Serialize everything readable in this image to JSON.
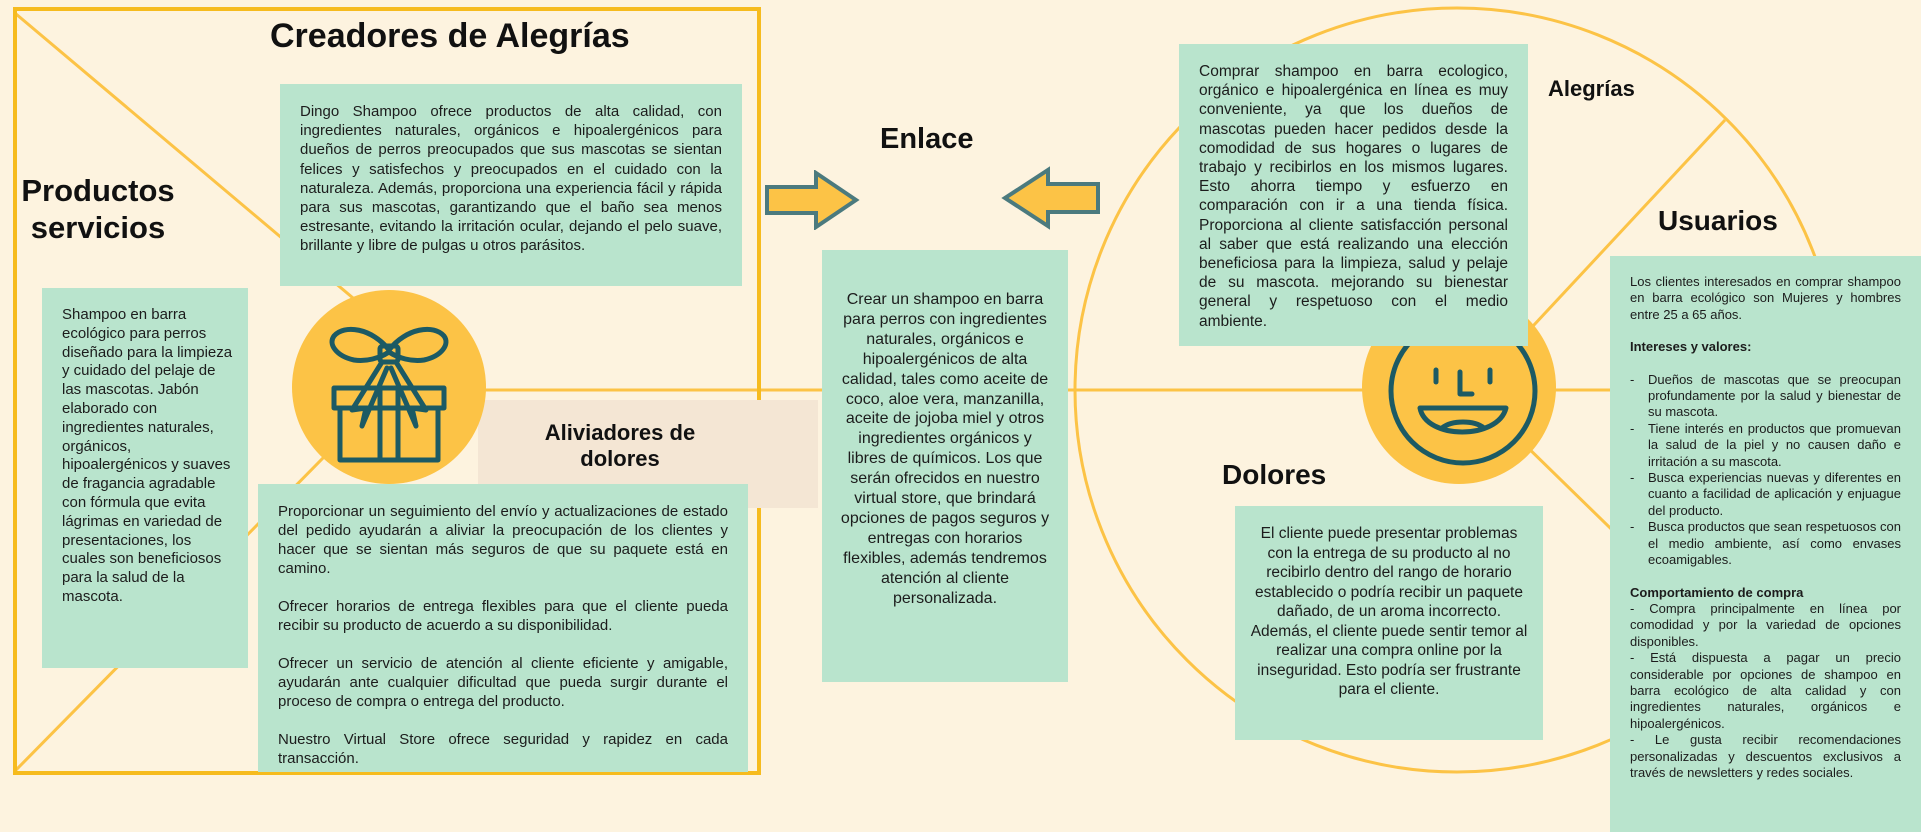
{
  "colors": {
    "background": "#fdf3df",
    "accent_yellow": "#fcc346",
    "frame_yellow": "#f6bb1e",
    "box_green": "#b9e4cd",
    "icon_stroke": "#1c5a64",
    "arrow_stroke": "#4b7a7e",
    "pale_panel": "#f4e6d4"
  },
  "left": {
    "title": "Creadores de Alegrías",
    "productos_title_line1": "Productos",
    "productos_title_line2": "servicios",
    "creadores_text": "Dingo Shampoo ofrece productos de alta calidad, con ingredientes naturales, orgánicos e hipoalergénicos para dueños de perros preocupados que sus mascotas se sientan felices y satisfechos y preocupados en el cuidado con la naturaleza. Además, proporciona una experiencia fácil y rápida para sus mascotas, garantizando que el baño sea menos estresante, evitando la irritación ocular, dejando el pelo suave, brillante y libre de pulgas u otros parásitos.",
    "productos_text": "Shampoo en barra ecológico para perros diseñado para la limpieza y cuidado del pelaje de las mascotas. Jabón elaborado con ingredientes naturales, orgánicos, hipoalergénicos y suaves de fragancia agradable con fórmula que evita lágrimas en variedad de presentaciones, los cuales son beneficiosos para la salud de la mascota.",
    "aliviadores_title_line1": "Aliviadores de",
    "aliviadores_title_line2": "dolores",
    "aliviadores_p1": "Proporcionar un seguimiento del envío y actualizaciones de estado del pedido ayudarán a aliviar la preocupación de los clientes y hacer que se sientan más seguros de que su paquete está en camino.",
    "aliviadores_p2": "Ofrecer horarios de entrega flexibles para que el cliente pueda recibir su producto de acuerdo a su disponibilidad.",
    "aliviadores_p3": "Ofrecer un servicio de atención al cliente eficiente y amigable, ayudarán ante cualquier dificultad que pueda surgir durante el proceso de compra o entrega del producto.",
    "aliviadores_p4": "Nuestro Virtual Store ofrece seguridad y rapidez en cada transacción.",
    "gift_icon": "gift-icon"
  },
  "center": {
    "title": "Enlace",
    "text": "Crear un shampoo en barra para perros con ingredientes naturales, orgánicos e hipoalergénicos de alta calidad, tales como aceite de coco, aloe vera, manzanilla, aceite de jojoba miel y otros ingredientes orgánicos y libres de químicos. Los que serán ofrecidos en nuestro virtual store, que brindará opciones de pagos seguros y entregas con horarios flexibles, además tendremos atención al cliente personalizada."
  },
  "right": {
    "alegrias_title": "Alegrías",
    "alegrias_text": "Comprar shampoo en barra ecologico, orgánico e hipoalergénica en línea es muy conveniente, ya que los dueños de mascotas pueden hacer pedidos desde la comodidad de sus hogares o lugares de trabajo y recibirlos en los mismos lugares. Esto ahorra tiempo y esfuerzo en comparación con ir a una tienda física. Proporciona al cliente satisfacción personal al saber que está realizando una elección beneficiosa para la limpieza, salud y pelaje de su mascota. mejorando su bienestar general y respetuoso con el medio ambiente.",
    "usuarios_title": "Usuarios",
    "usuarios_intro": "Los clientes interesados en comprar shampoo en barra ecológico son Mujeres y hombres entre 25 a 65 años.",
    "intereses_heading": "Intereses y valores:",
    "intereses": [
      "Dueños de mascotas que se preocupan profundamente por la salud y bienestar de su mascota.",
      "Tiene interés en productos que promuevan la salud de la piel y no causen daño e irritación a su mascota.",
      "Busca experiencias nuevas y diferentes en cuanto a facilidad de aplicación y enjuague del producto.",
      "Busca productos que sean respetuosos con el medio ambiente, así como envases ecoamigables."
    ],
    "comportamiento_heading": "Comportamiento de compra",
    "comportamiento": [
      "- Compra principalmente en línea por comodidad y por la variedad de opciones disponibles.",
      "- Está dispuesta a pagar un precio considerable por opciones de shampoo en barra ecológico de alta calidad y con ingredientes naturales, orgánicos e hipoalergénicos.",
      "- Le gusta recibir recomendaciones personalizadas y descuentos exclusivos a través de newsletters y redes sociales."
    ],
    "dolores_title": "Dolores",
    "dolores_text": "El cliente puede presentar problemas con la entrega de su producto al no recibirlo dentro del rango de horario establecido o podría recibir un paquete dañado, de un aroma incorrecto. Además, el cliente puede sentir temor al realizar una compra online por la inseguridad. Esto podría ser frustrante para el cliente.",
    "face_icon": "smiling-face-icon"
  }
}
